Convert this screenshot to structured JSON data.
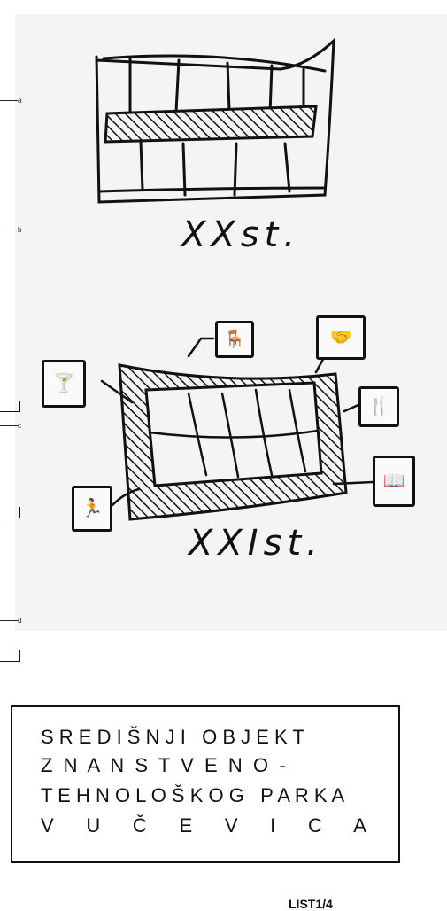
{
  "sheet": {
    "markers": [
      "a",
      "b",
      "c",
      "d"
    ],
    "captions": {
      "top": "XXst.",
      "bottom": "XXIst."
    },
    "icons": [
      {
        "name": "cocktail-glass-icon",
        "glyph": "🍸"
      },
      {
        "name": "meeting-table-icon",
        "glyph": "🪑"
      },
      {
        "name": "handshake-icon",
        "glyph": "🤝"
      },
      {
        "name": "dining-icon",
        "glyph": "🍴"
      },
      {
        "name": "book-icon",
        "glyph": "📖"
      },
      {
        "name": "runner-icon",
        "glyph": "🏃"
      }
    ],
    "title_lines": [
      "S R E D I Š N J I   O B J E K T",
      "Z  N  A  N  S  T  V  E  N  O  -",
      "T E H N O L O Š K O G   P A R K A",
      "V      U      Č      E      V      I      C      A"
    ],
    "sheet_label": "LIST1/4"
  }
}
